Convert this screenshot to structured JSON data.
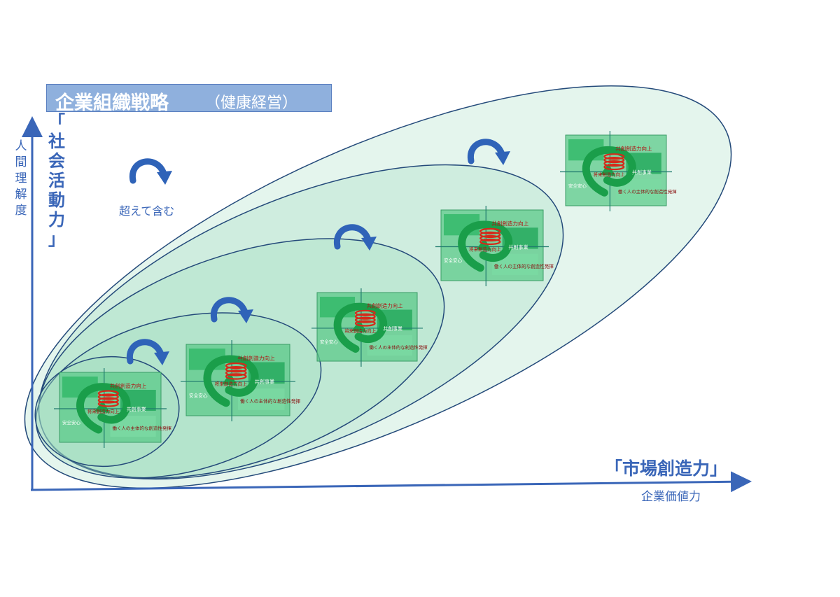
{
  "title": {
    "main": "企業組織戦略",
    "sub": "（健康経営）"
  },
  "y_axis": {
    "label_bold": "「社会活動力」",
    "label_small": "人間理解度"
  },
  "x_axis": {
    "label_bold": "「市場創造力」",
    "label_small": "企業価値力"
  },
  "annotation": "超えて含む",
  "panel": {
    "center_label": "将来創造力向上",
    "top_label": "共創創造力向上",
    "right_label": "共創事業",
    "bottom_label": "働く人の主体的な創造性発揮",
    "left_label": "安全安心"
  },
  "colors": {
    "axis": "#3a66b8",
    "ellipse_fill": "#9fdcbf",
    "ellipse_stroke": "#244a7a",
    "panel_fill": "#5cc98a",
    "spiral": "#1a9e4a",
    "spring": "#d42a1a",
    "arc_arrow": "#2f63b8"
  }
}
